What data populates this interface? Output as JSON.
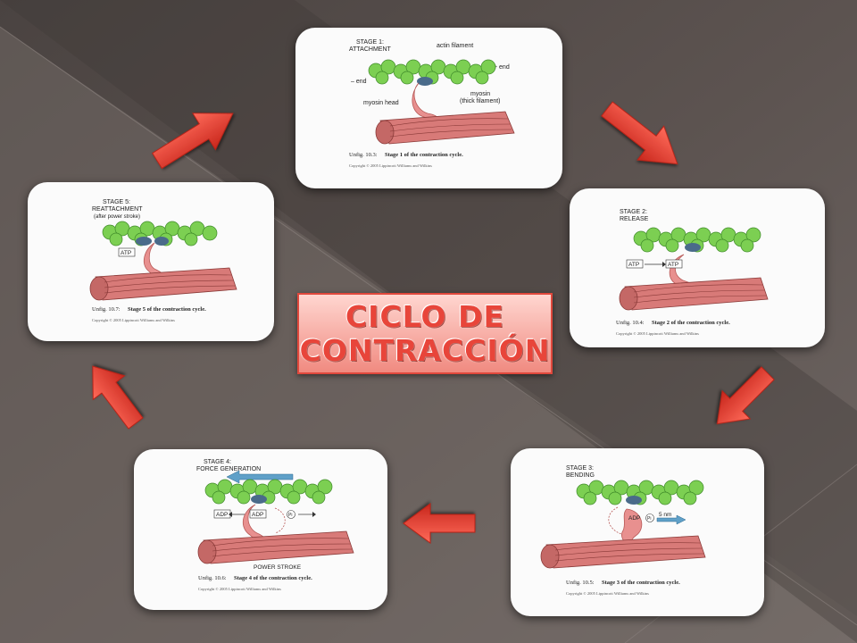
{
  "title": {
    "line1": "CICLO DE",
    "line2": "CONTRACCIÓN"
  },
  "colors": {
    "arrow": "#e8382c",
    "actin": "#7ccf52",
    "myosin_head": "#e8908f",
    "filament": "#d87a78",
    "background": "#58504d"
  },
  "stages": [
    {
      "id": "stage1",
      "label1": "STAGE 1:",
      "label2": "ATTACHMENT",
      "annotations": [
        "actin filament",
        "+ end",
        "– end",
        "myosin head",
        "myosin",
        "(thick filament)"
      ],
      "caption_num": "Unfig. 10.3:",
      "caption_text": "Stage 1 of the contraction cycle.",
      "copyright": "Copyright © 2005 Lippincott Williams and Wilkins"
    },
    {
      "id": "stage2",
      "label1": "STAGE 2:",
      "label2": "RELEASE",
      "annotations": [
        "ATP",
        "ATP"
      ],
      "caption_num": "Unfig. 10.4:",
      "caption_text": "Stage 2 of the contraction cycle.",
      "copyright": "Copyright © 2005 Lippincott Williams and Wilkins"
    },
    {
      "id": "stage3",
      "label1": "STAGE 3:",
      "label2": "BENDING",
      "annotations": [
        "ADP",
        "Pi",
        "5 nm"
      ],
      "caption_num": "Unfig. 10.5:",
      "caption_text": "Stage 3 of the contraction cycle.",
      "copyright": "Copyright © 2005 Lippincott Williams and Wilkins"
    },
    {
      "id": "stage4",
      "label1": "STAGE 4:",
      "label2": "FORCE GENERATION",
      "annotations": [
        "ADP",
        "ADP",
        "Pi",
        "POWER STROKE"
      ],
      "caption_num": "Unfig. 10.6:",
      "caption_text": "Stage 4 of the contraction cycle.",
      "copyright": "Copyright © 2005 Lippincott Williams and Wilkins"
    },
    {
      "id": "stage5",
      "label1": "STAGE 5:",
      "label2": "REATTACHMENT",
      "label3": "(after power stroke)",
      "annotations": [
        "ATP"
      ],
      "caption_num": "Unfig. 10.7:",
      "caption_text": "Stage 5 of the contraction cycle.",
      "copyright": "Copyright © 2005 Lippincott Williams and Wilkins"
    }
  ]
}
